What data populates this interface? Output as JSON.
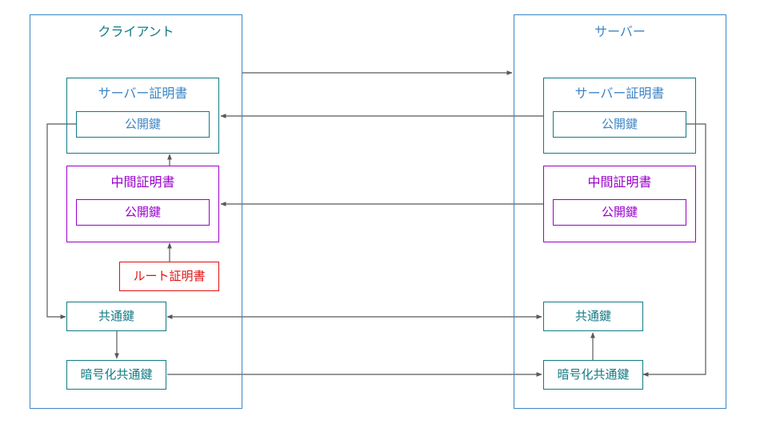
{
  "colors": {
    "panel_blue": "#3d85c6",
    "teal": "#127b85",
    "purple": "#9900cc",
    "red": "#e01010",
    "arrow": "#595959"
  },
  "client": {
    "title": "クライアント",
    "server_cert": {
      "title": "サーバー証明書",
      "public_key": "公開鍵"
    },
    "intermediate_cert": {
      "title": "中間証明書",
      "public_key": "公開鍵"
    },
    "root_cert": "ルート証明書",
    "common_key": "共通鍵",
    "encrypted_common_key": "暗号化共通鍵"
  },
  "server": {
    "title": "サーバー",
    "server_cert": {
      "title": "サーバー証明書",
      "public_key": "公開鍵"
    },
    "intermediate_cert": {
      "title": "中間証明書",
      "public_key": "公開鍵"
    },
    "common_key": "共通鍵",
    "encrypted_common_key": "暗号化共通鍵"
  }
}
